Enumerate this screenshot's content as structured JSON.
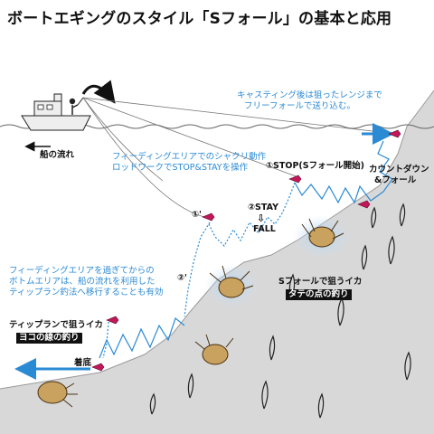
{
  "title": "ボートエギングのスタイル「Sフォール」の基本と応用",
  "boat": {
    "current_label": "船の流れ"
  },
  "notes": {
    "casting_line1": "キャスティング後は狙ったレンジまで",
    "casting_line2": "フリーフォールで送り込む。",
    "feeding_line1": "フィーディングエリアでのシャクリ動作",
    "feeding_line2": "ロッドワークでSTOP&STAYを操作",
    "bottom_line1": "フィーディングエリアを過ぎてからの",
    "bottom_line2": "ボトムエリアは、船の流れを利用した",
    "bottom_line3": "ティップラン釣法へ移行することも有効"
  },
  "steps": {
    "stop": "①STOP(Sフォール開始)",
    "stay": "②STAY",
    "fall": "FALL",
    "one_prime": "①'",
    "two_prime": "②'",
    "countdown_line1": "カウントダウン",
    "countdown_line2": "&フォール"
  },
  "callouts": {
    "sfall_title": "Sフォールで狙うイカ",
    "sfall_sub": "タテの点の釣り",
    "tiprun_title": "ティップランで狙うイカ",
    "tiprun_sub": "ヨコの線の釣り",
    "bottom": "着底"
  },
  "colors": {
    "accent": "#2a8ad4",
    "seabed": "#d8d8d8",
    "glow": "#cfe3f5",
    "squid": "#c9a25f",
    "lure": "#c2185b"
  }
}
